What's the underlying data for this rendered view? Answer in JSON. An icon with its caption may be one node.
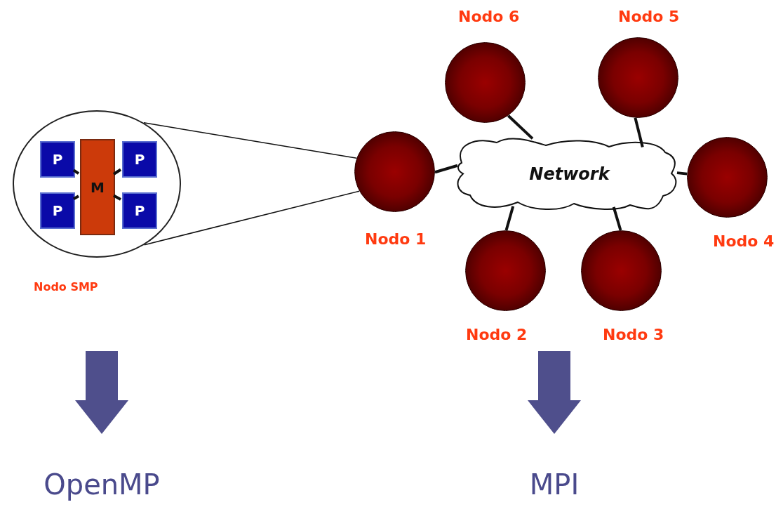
{
  "diagram": {
    "nodes": [
      {
        "text": [],
        "shape": "circle",
        "beside": [
          "Nodo SMP"
        ]
      },
      {
        "text": [
          "P"
        ],
        "in": 0
      },
      {
        "text": [
          "M"
        ],
        "in": 0
      },
      {
        "text": [
          "P"
        ],
        "in": 0
      },
      {
        "text": [
          "P"
        ],
        "in": 0
      },
      {
        "text": [
          "P"
        ],
        "in": 0
      },
      {
        "text": [],
        "shape": "circle",
        "beside": [
          "Nodo 6"
        ]
      },
      {
        "text": [],
        "shape": "circle",
        "beside": [
          "Nodo 5"
        ]
      },
      {
        "text": [],
        "shape": "circle",
        "beside": [
          "Nodo 1"
        ]
      },
      {
        "text": [
          "Network"
        ]
      },
      {
        "text": [],
        "shape": "circle",
        "beside": [
          "Nodo 4"
        ]
      },
      {
        "text": [],
        "shape": "circle",
        "beside": [
          "Nodo 2"
        ]
      },
      {
        "text": [],
        "shape": "circle",
        "beside": [
          "Nodo 3"
        ]
      },
      {
        "text": [
          "OpenMP"
        ]
      },
      {
        "text": [
          "MPI"
        ]
      }
    ],
    "edges": [
      {
        "from": 1,
        "to": 2,
        "arrow": "none"
      },
      {
        "from": 2,
        "to": 3,
        "arrow": "none"
      },
      {
        "from": 4,
        "to": 2,
        "arrow": "none"
      },
      {
        "from": 2,
        "to": 5,
        "arrow": "none"
      },
      {
        "from": 0,
        "to": 8,
        "arrow": "none"
      },
      {
        "from": 0,
        "to": 8,
        "arrow": "none"
      },
      {
        "from": 8,
        "to": 9,
        "arrow": "none"
      },
      {
        "from": 6,
        "to": 9,
        "arrow": "none"
      },
      {
        "from": 7,
        "to": 9,
        "arrow": "none"
      },
      {
        "from": 10,
        "to": 9,
        "arrow": "none"
      },
      {
        "from": 11,
        "to": 9,
        "arrow": "none"
      },
      {
        "from": 12,
        "to": 9,
        "arrow": "none"
      },
      {
        "from": null,
        "to": 13,
        "arrow": "to",
        "style": "thick",
        "color": "#4f4f8c"
      },
      {
        "from": null,
        "to": 14,
        "arrow": "to",
        "style": "thick",
        "color": "#4f4f8c"
      }
    ]
  }
}
